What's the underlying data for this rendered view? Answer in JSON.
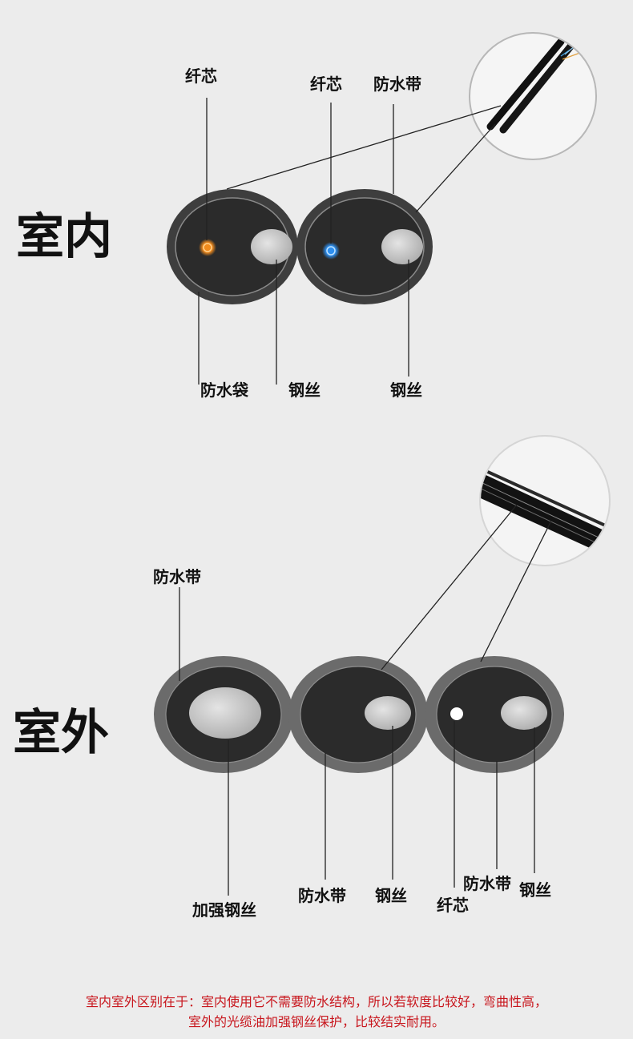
{
  "indoor": {
    "title": "室内",
    "label_fiber_left": "纤芯",
    "label_fiber_right": "纤芯",
    "label_tape": "防水带",
    "label_bag": "防水袋",
    "label_wire_left": "钢丝",
    "label_wire_right": "钢丝"
  },
  "outdoor": {
    "title": "室外",
    "label_tape_top": "防水带",
    "label_strength_wire": "加强钢丝",
    "label_tape_mid": "防水带",
    "label_wire_mid": "钢丝",
    "label_fiber": "纤芯",
    "label_tape_right": "防水带",
    "label_wire_right": "钢丝"
  },
  "caption": {
    "line1": "室内室外区别在于：室内使用它不需要防水结构，所以若软度比较好，弯曲性高，",
    "line2": "室外的光缆油加强钢丝保护，比较结实耐用。"
  },
  "colors": {
    "sheath": "#3e3e3e",
    "core": "#2b2b2b",
    "outer_sheath": "#6b6b6b",
    "wire": "#c4c4c4",
    "fiber_orange": "#f08a1c",
    "fiber_blue": "#2d8ff0",
    "caption_red": "#c8161d"
  }
}
